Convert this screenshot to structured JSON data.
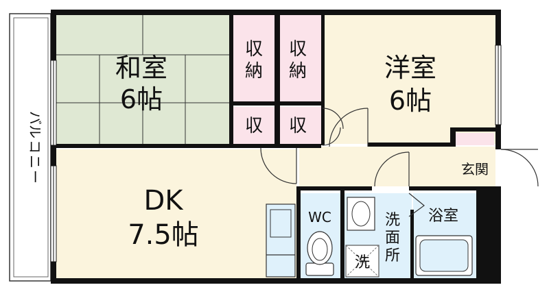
{
  "rooms": {
    "washitsu": {
      "name": "和室",
      "size": "6帖"
    },
    "youshitsu": {
      "name": "洋室",
      "size": "6帖"
    },
    "dk": {
      "name": "DK",
      "size": "7.5帖"
    }
  },
  "storage": {
    "closet_a": [
      "収",
      "納"
    ],
    "closet_b": [
      "収",
      "納"
    ],
    "small_a": "収",
    "small_b": "収"
  },
  "labels": {
    "balcony": [
      "バ",
      "ル",
      "コ",
      "ニ",
      "ー"
    ],
    "entrance": "玄関",
    "wc": "WC",
    "washroom": [
      "洗",
      "面",
      "所"
    ],
    "washer": "洗",
    "bath": "浴室"
  },
  "colors": {
    "tatami": "#dfe8d3",
    "western": "#fbf4dd",
    "storage": "#fbe3ea",
    "wet": "#dff1fb",
    "wall": "#111111"
  }
}
